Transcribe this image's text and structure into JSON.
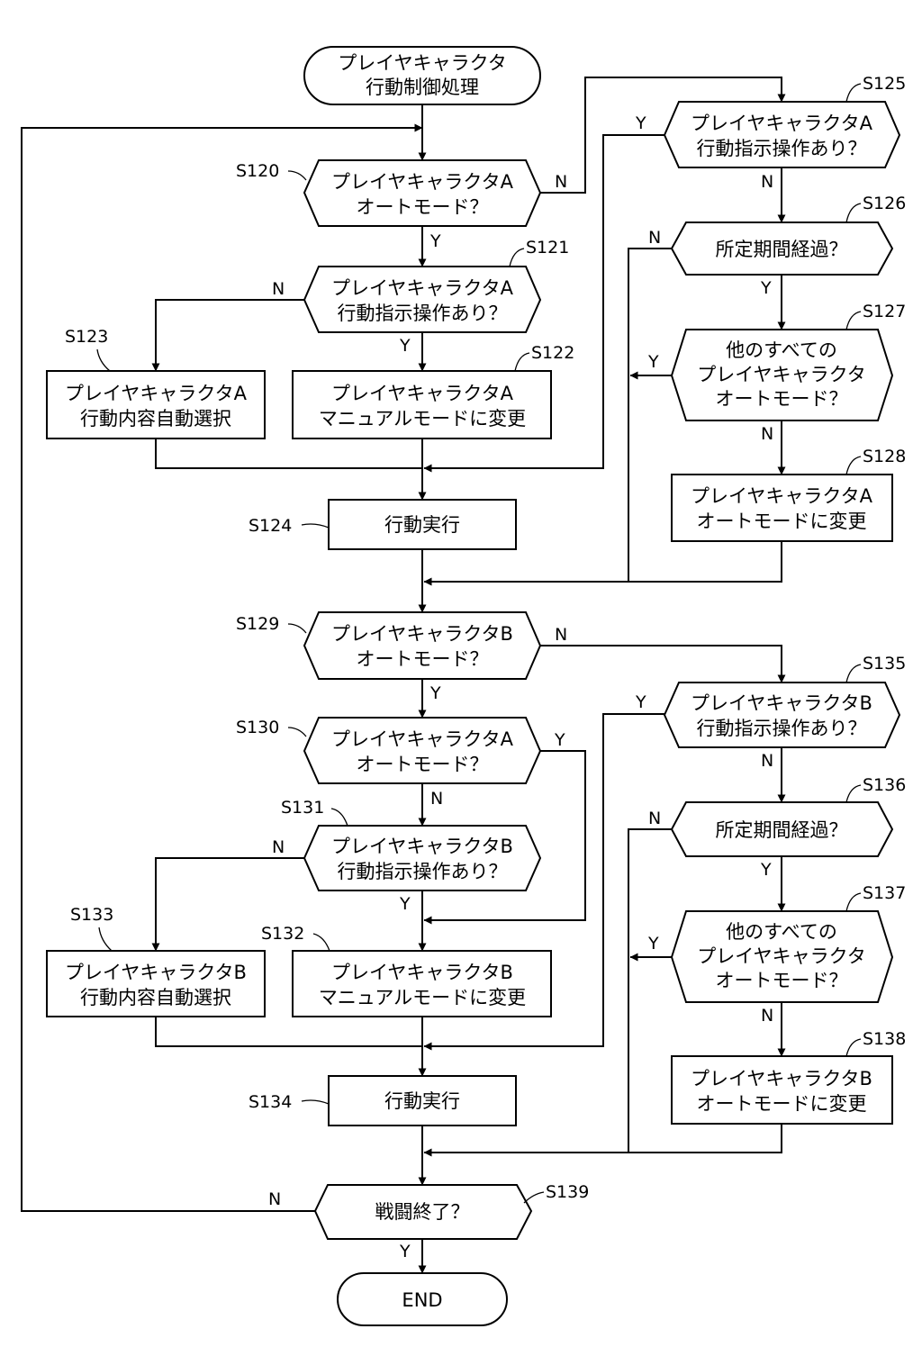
{
  "nodes": {
    "start": [
      "プレイヤキャラクタ",
      "行動制御処理"
    ],
    "s120": [
      "プレイヤキャラクタA",
      "オートモード？"
    ],
    "s121": [
      "プレイヤキャラクタA",
      "行動指示操作あり？"
    ],
    "s122": [
      "プレイヤキャラクタA",
      "マニュアルモードに変更"
    ],
    "s123": [
      "プレイヤキャラクタA",
      "行動内容自動選択"
    ],
    "s124": [
      "行動実行"
    ],
    "s125": [
      "プレイヤキャラクタA",
      "行動指示操作あり？"
    ],
    "s126": [
      "所定期間経過？"
    ],
    "s127": [
      "他のすべての",
      "プレイヤキャラクタ",
      "オートモード？"
    ],
    "s128": [
      "プレイヤキャラクタA",
      "オートモードに変更"
    ],
    "s129": [
      "プレイヤキャラクタB",
      "オートモード？"
    ],
    "s130": [
      "プレイヤキャラクタA",
      "オートモード？"
    ],
    "s131": [
      "プレイヤキャラクタB",
      "行動指示操作あり？"
    ],
    "s132": [
      "プレイヤキャラクタB",
      "マニュアルモードに変更"
    ],
    "s133": [
      "プレイヤキャラクタB",
      "行動内容自動選択"
    ],
    "s134": [
      "行動実行"
    ],
    "s135": [
      "プレイヤキャラクタB",
      "行動指示操作あり？"
    ],
    "s136": [
      "所定期間経過？"
    ],
    "s137": [
      "他のすべての",
      "プレイヤキャラクタ",
      "オートモード？"
    ],
    "s138": [
      "プレイヤキャラクタB",
      "オートモードに変更"
    ],
    "s139": [
      "戦闘終了？"
    ],
    "end": [
      "END"
    ]
  },
  "step_labels": {
    "s120": "S120",
    "s121": "S121",
    "s122": "S122",
    "s123": "S123",
    "s124": "S124",
    "s125": "S125",
    "s126": "S126",
    "s127": "S127",
    "s128": "S128",
    "s129": "S129",
    "s130": "S130",
    "s131": "S131",
    "s132": "S132",
    "s133": "S133",
    "s134": "S134",
    "s135": "S135",
    "s136": "S136",
    "s137": "S137",
    "s138": "S138",
    "s139": "S139"
  },
  "branch": {
    "yes": "Y",
    "no": "N"
  }
}
